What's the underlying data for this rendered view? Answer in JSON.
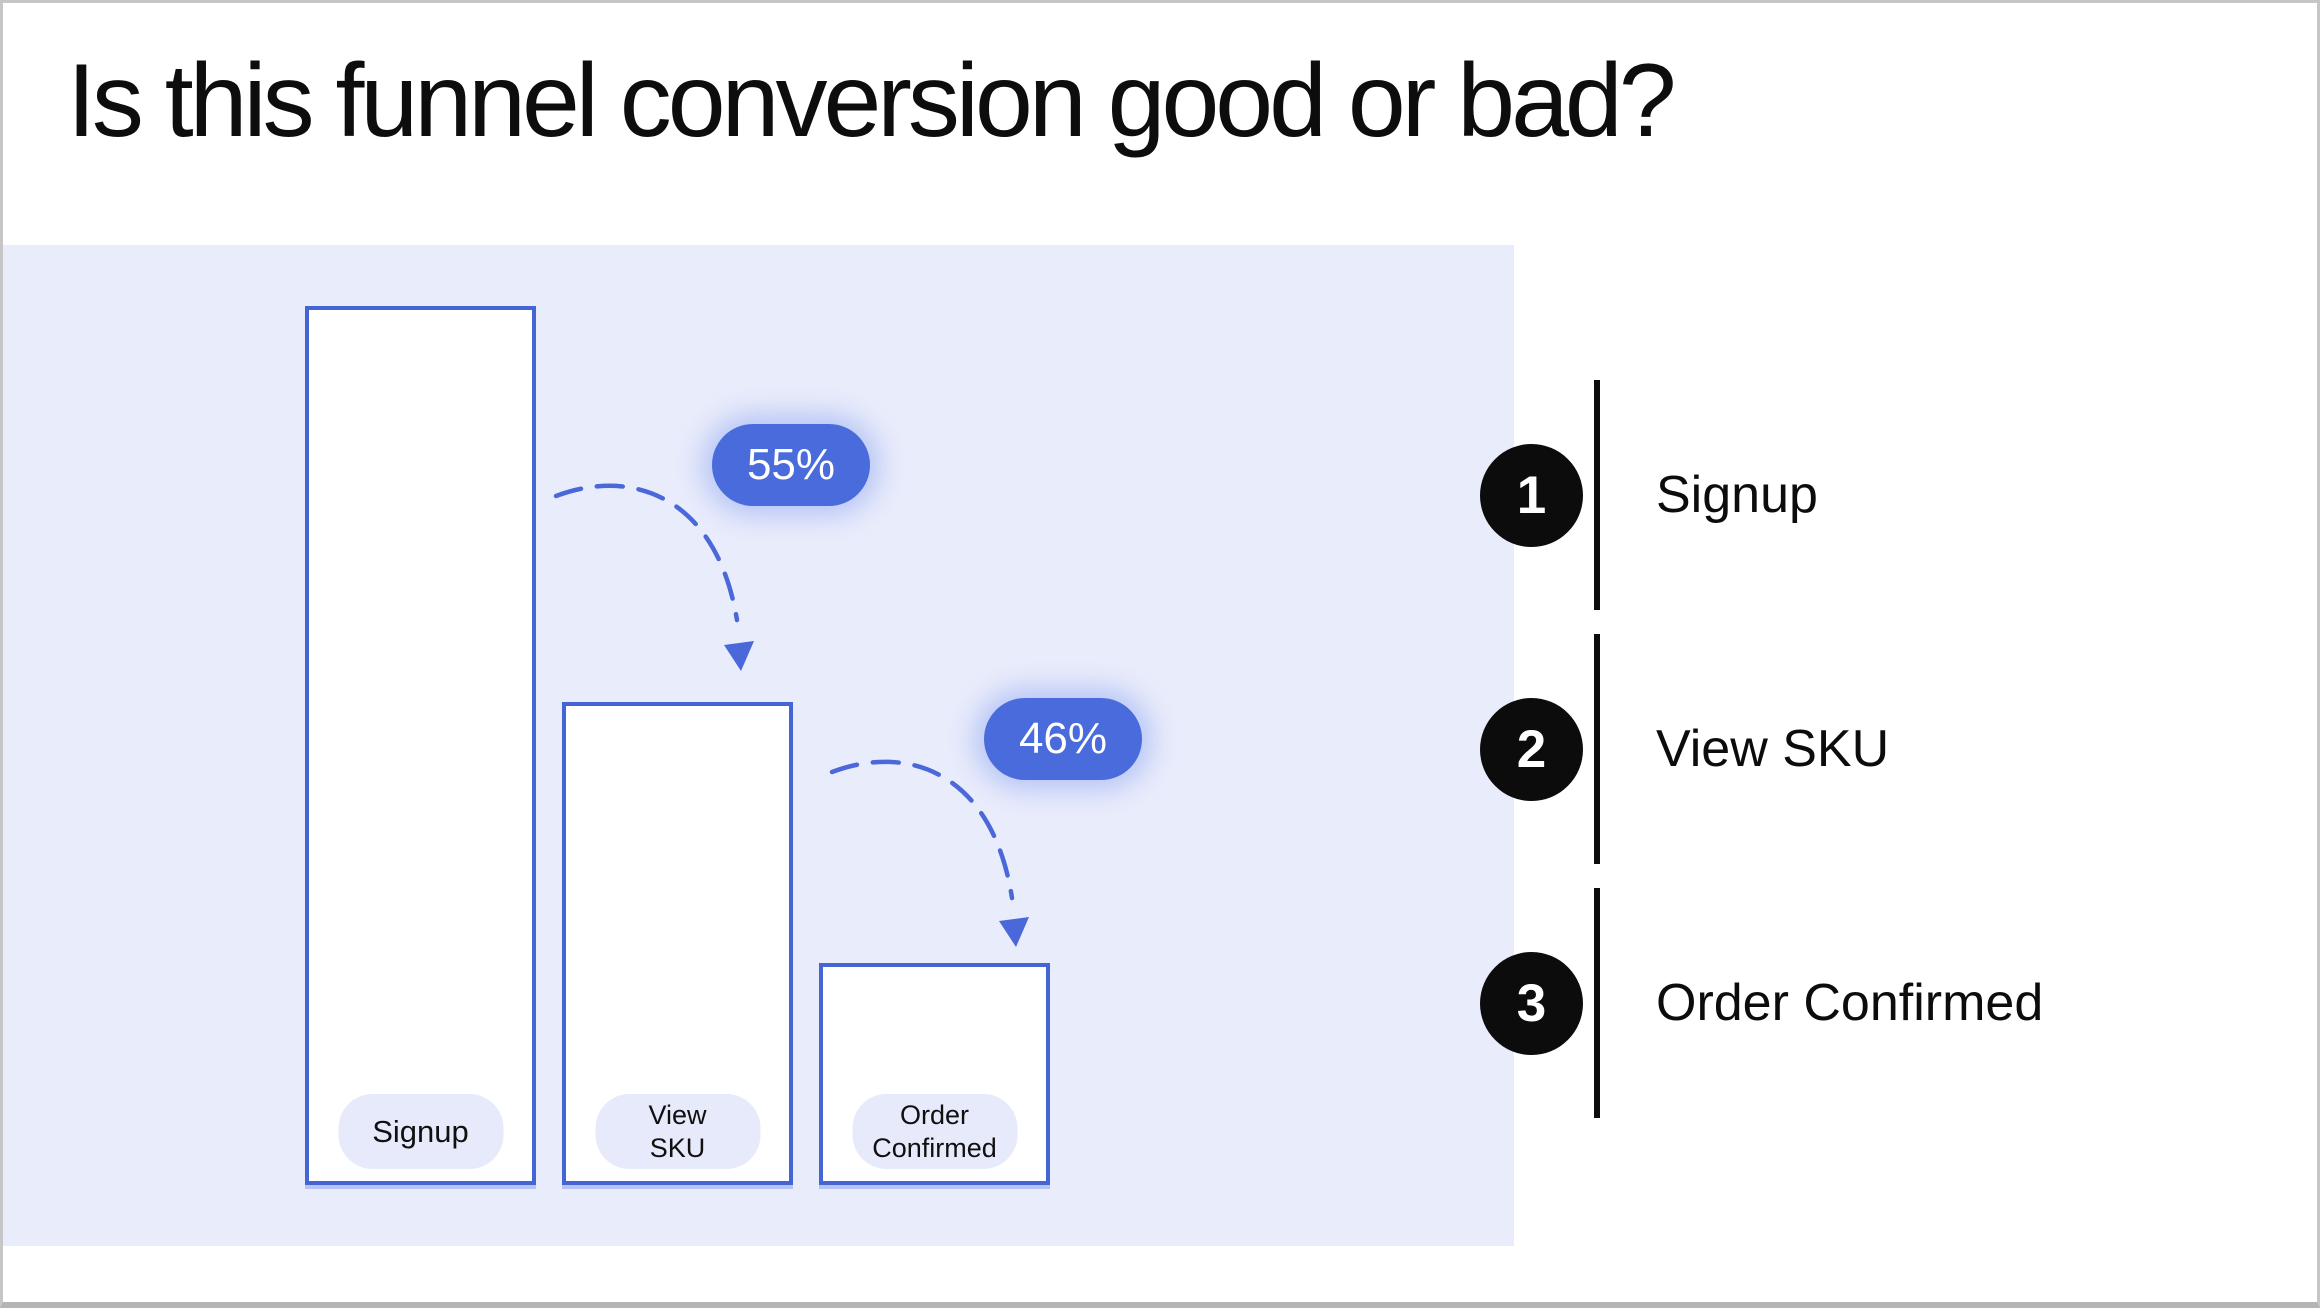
{
  "colors": {
    "accent-blue": "#4a6bdb",
    "bar-border-blue": "#4565d5",
    "arc-blue": "#4a68d9",
    "panel-lavender": "#e9ecfb",
    "pill-lavender": "#e7eafa",
    "ink-black": "#0d0d0d",
    "frame-gray": "#c6c6c6"
  },
  "title": "Is this funnel conversion good or bad?",
  "chart_data": {
    "type": "bar",
    "subtype": "funnel",
    "title": "Is this funnel conversion good or bad?",
    "stages": [
      "Signup",
      "View SKU",
      "Order Confirmed"
    ],
    "conversion_from_previous_pct": [
      100,
      55,
      46
    ],
    "cumulative_pct_of_first": [
      100,
      55,
      25.3
    ],
    "badge_labels": [
      "55%",
      "46%"
    ],
    "bars_bottom_aligned": true,
    "grid": false,
    "legend_position": "right"
  },
  "funnel": {
    "bars": [
      {
        "label_lines": [
          "Signup",
          ""
        ]
      },
      {
        "label_lines": [
          "View",
          "SKU"
        ]
      },
      {
        "label_lines": [
          "Order",
          "Confirmed"
        ]
      }
    ],
    "badges": [
      {
        "label": "55%"
      },
      {
        "label": "46%"
      }
    ]
  },
  "legend": {
    "items": [
      {
        "number": "1",
        "label": "Signup"
      },
      {
        "number": "2",
        "label": "View SKU"
      },
      {
        "number": "3",
        "label": "Order Confirmed"
      }
    ]
  }
}
